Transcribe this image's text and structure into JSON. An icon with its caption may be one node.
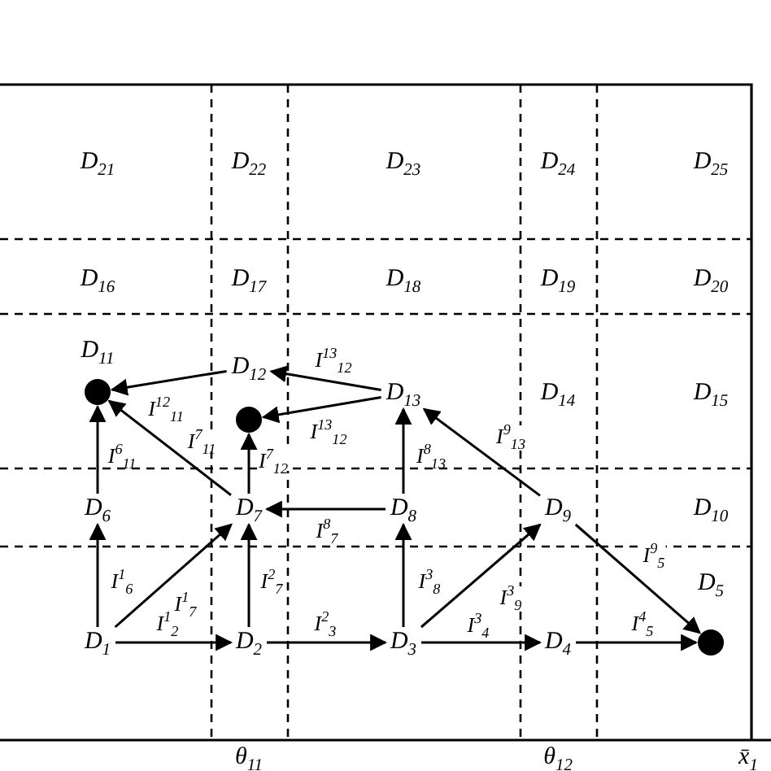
{
  "diagram": {
    "nodes": [
      {
        "text": [
          "D$_{21}$"
        ]
      },
      {
        "text": [
          "D$_{22}$"
        ]
      },
      {
        "text": [
          "D$_{23}$"
        ]
      },
      {
        "text": [
          "D$_{24}$"
        ]
      },
      {
        "text": [
          "D$_{25}$"
        ]
      },
      {
        "text": [
          "D$_{16}$"
        ]
      },
      {
        "text": [
          "D$_{17}$"
        ]
      },
      {
        "text": [
          "D$_{18}$"
        ]
      },
      {
        "text": [
          "D$_{19}$"
        ]
      },
      {
        "text": [
          "D$_{20}$"
        ]
      },
      {
        "text": [],
        "shape": "circle",
        "beside": [
          "D$_{11}$"
        ]
      },
      {
        "text": [
          "D$_{12}$"
        ]
      },
      {
        "text": [
          "D$_{13}$"
        ]
      },
      {
        "text": [
          "D$_{14}$"
        ]
      },
      {
        "text": [
          "D$_{15}$"
        ]
      },
      {
        "text": [],
        "shape": "circle"
      },
      {
        "text": [
          "D$_{6}$"
        ]
      },
      {
        "text": [
          "D$_{7}$"
        ]
      },
      {
        "text": [
          "D$_{8}$"
        ]
      },
      {
        "text": [
          "D$_{9}$"
        ]
      },
      {
        "text": [
          "D$_{10}$"
        ]
      },
      {
        "text": [
          "D$_{1}$"
        ]
      },
      {
        "text": [
          "D$_{2}$"
        ]
      },
      {
        "text": [
          "D$_{3}$"
        ]
      },
      {
        "text": [
          "D$_{4}$"
        ]
      },
      {
        "text": [],
        "shape": "circle",
        "beside": [
          "D$_{5}$"
        ]
      }
    ],
    "edges": [
      {
        "from": 21,
        "to": 22,
        "arrow": "to",
        "label": "I$^{1}$$_{2}$"
      },
      {
        "from": 22,
        "to": 23,
        "arrow": "to",
        "label": "I$^{2}$$_{3}$"
      },
      {
        "from": 23,
        "to": 24,
        "arrow": "to",
        "label": "I$^{3}$$_{4}$"
      },
      {
        "from": 24,
        "to": 25,
        "arrow": "to",
        "label": "I$^{4}$$_{5}$"
      },
      {
        "from": 21,
        "to": 16,
        "arrow": "to",
        "label": "I$^{1}$$_{6}$"
      },
      {
        "from": 21,
        "to": 17,
        "arrow": "to",
        "label": "I$^{1}$$_{7}$"
      },
      {
        "from": 22,
        "to": 17,
        "arrow": "to",
        "label": "I$^{2}$$_{7}$"
      },
      {
        "from": 23,
        "to": 18,
        "arrow": "to",
        "label": "I$^{3}$$_{8}$"
      },
      {
        "from": 23,
        "to": 19,
        "arrow": "to",
        "label": "I$^{3}$$_{9}$"
      },
      {
        "from": 19,
        "to": 25,
        "arrow": "to",
        "label": "I$^{9}$$_{5}$"
      },
      {
        "from": 18,
        "to": 17,
        "arrow": "to",
        "label": "I$^{8}$$_{7}$"
      },
      {
        "from": 16,
        "to": 10,
        "arrow": "to",
        "label": "I$^{6}$$_{11}$"
      },
      {
        "from": 17,
        "to": 10,
        "arrow": "to",
        "label": "I$^{7}$$_{11}$"
      },
      {
        "from": 17,
        "to": 15,
        "arrow": "to",
        "label": "I$^{7}$$_{12}$"
      },
      {
        "from": 18,
        "to": 12,
        "arrow": "to",
        "label": "I$^{8}$$_{13}$"
      },
      {
        "from": 19,
        "to": 12,
        "arrow": "to",
        "label": "I$^{9}$$_{13}$"
      },
      {
        "from": 11,
        "to": 10,
        "arrow": "to",
        "label": "I$^{12}$$_{11}$"
      },
      {
        "from": 12,
        "to": 11,
        "arrow": "to",
        "label": "I$^{13}$$_{12}$"
      },
      {
        "from": 12,
        "to": 15,
        "arrow": "to",
        "label": "I$^{13}$$_{12}$"
      }
    ],
    "labels": [
      "θ$_{11}$",
      "θ$_{12}$",
      "x̄$_{1}$"
    ]
  }
}
